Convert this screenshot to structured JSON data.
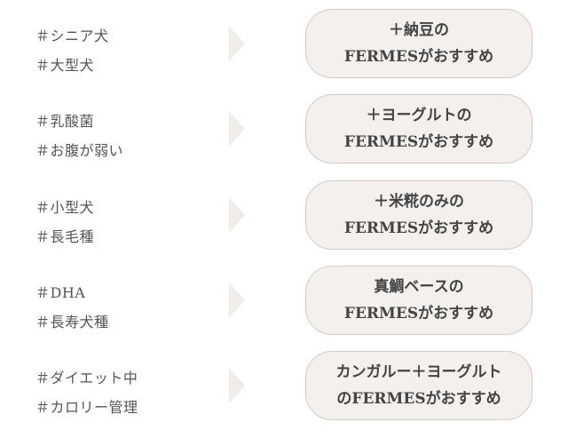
{
  "rows": [
    {
      "tags": [
        "＃シニア犬",
        "＃大型犬"
      ],
      "recommendation": [
        "＋納豆の",
        "FERMESがおすすめ"
      ]
    },
    {
      "tags": [
        "＃乳酸菌",
        "＃お腹が弱い"
      ],
      "recommendation": [
        "＋ヨーグルトの",
        "FERMESがおすすめ"
      ]
    },
    {
      "tags": [
        "＃小型犬",
        "＃長毛種"
      ],
      "recommendation": [
        "＋米糀のみの",
        "FERMESがおすすめ"
      ]
    },
    {
      "tags": [
        "＃DHA",
        "＃長寿犬種"
      ],
      "recommendation": [
        "真鯛ベースの",
        "FERMESがおすすめ"
      ]
    },
    {
      "tags": [
        "＃ダイエット中",
        "＃カロリー管理"
      ],
      "recommendation": [
        "カンガルー＋ヨーグルト",
        "のFERMESがおすすめ"
      ]
    }
  ],
  "colors": {
    "pill_bg": "#f3f0ed",
    "pill_border": "#d6cbc4",
    "arrow": "#f0ece9",
    "text": "#444444"
  }
}
